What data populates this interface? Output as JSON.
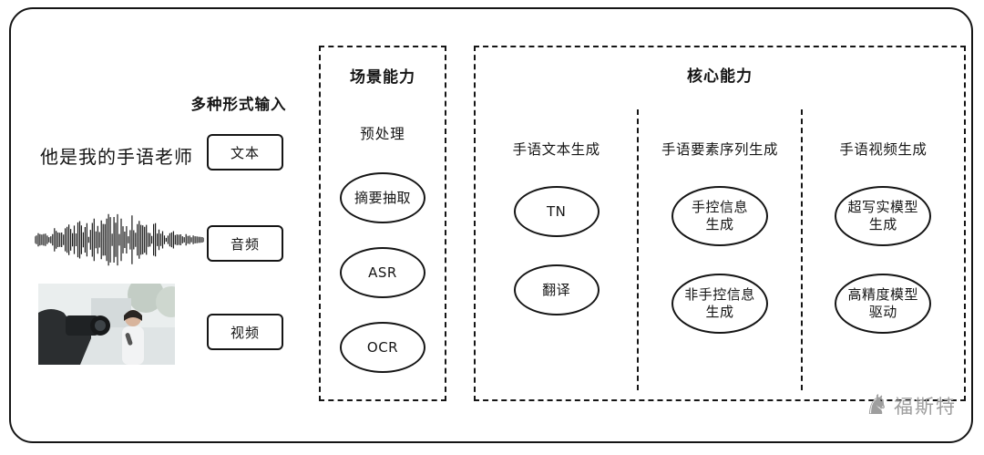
{
  "inputs": {
    "heading": "多种形式输入",
    "text_example": "他是我的手语老师",
    "items": [
      {
        "label": "文本"
      },
      {
        "label": "音频"
      },
      {
        "label": "视频"
      }
    ]
  },
  "scene": {
    "title": "场景能力",
    "subtitle": "预处理",
    "nodes": [
      "摘要抽取",
      "ASR",
      "OCR"
    ]
  },
  "core": {
    "title": "核心能力",
    "columns": [
      {
        "header": "手语文本生成",
        "nodes": [
          "TN",
          "翻译"
        ]
      },
      {
        "header": "手语要素序列生成",
        "nodes": [
          "手控信息\n生成",
          "非手控信息\n生成"
        ]
      },
      {
        "header": "手语视频生成",
        "nodes": [
          "超写实模型\n生成",
          "高精度模型\n驱动"
        ]
      }
    ]
  },
  "watermark": {
    "icon": "knight-chess-icon",
    "text": "福斯特"
  },
  "colors": {
    "ink": "#151515",
    "watermark": "#9e9e9e"
  }
}
